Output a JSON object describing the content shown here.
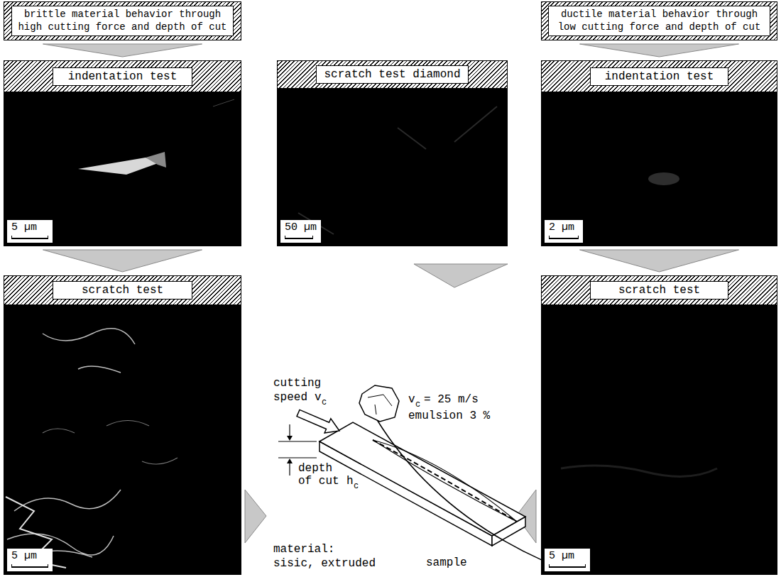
{
  "diagram": {
    "nodes": [
      {
        "text": [
          "brittle material behavior through high cutting force and depth of cut"
        ]
      },
      {
        "text": [
          "ductile material behavior through low cutting force and depth of cut"
        ]
      },
      {
        "text": [
          "indentation test",
          "5 µm"
        ]
      },
      {
        "text": [
          "scratch test diamond",
          "50 µm"
        ]
      },
      {
        "text": [
          "indentation test",
          "2 µm"
        ]
      },
      {
        "text": [
          "scratch test",
          "5 µm"
        ]
      },
      {
        "text": [
          "scratch test",
          "5 µm"
        ]
      }
    ],
    "edges": [
      {
        "from": 0,
        "to": 2,
        "arrow": "to"
      },
      {
        "from": 2,
        "to": 5,
        "arrow": "to"
      },
      {
        "from": 1,
        "to": 4,
        "arrow": "to"
      },
      {
        "from": 4,
        "to": 6,
        "arrow": "to"
      }
    ],
    "labels": [
      "cutting",
      "speed",
      "v",
      "c",
      "v",
      "c",
      "= 25 m/s",
      "emulsion 3 %",
      "depth",
      "of cut",
      "h",
      "c",
      "sample",
      "material:",
      "sisic, extruded"
    ]
  }
}
